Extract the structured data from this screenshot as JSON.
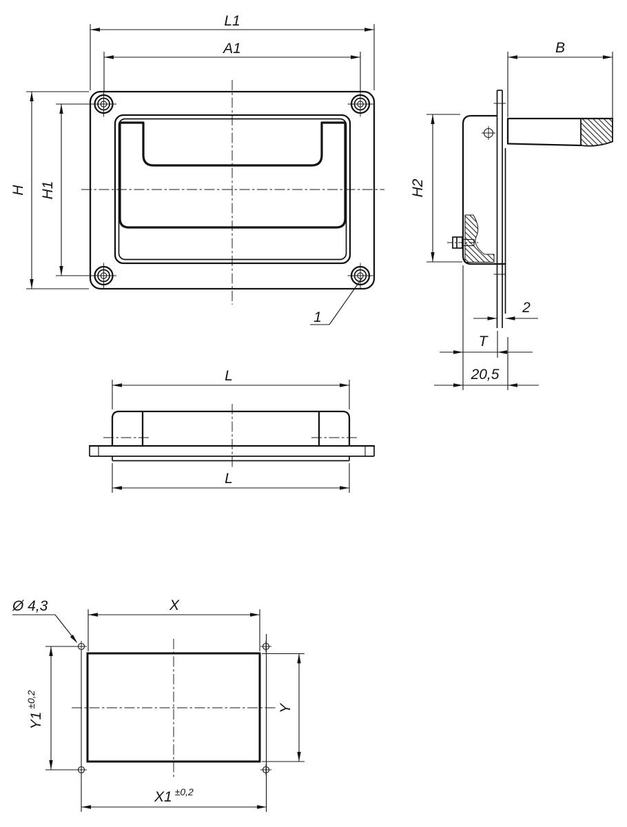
{
  "colors": {
    "line": "#141414",
    "background": "#ffffff"
  },
  "views": {
    "front": {
      "dims": {
        "l1": "L1",
        "a1": "A1",
        "h": "H",
        "h1": "H1"
      },
      "callout": "1"
    },
    "side": {
      "dims": {
        "b": "B",
        "h2": "H2",
        "panel_thickness": "2",
        "t": "T",
        "depth_total": "20,5"
      }
    },
    "top": {
      "dims": {
        "l_upper": "L",
        "l_lower": "L"
      }
    },
    "cutout": {
      "dims": {
        "hole_diameter": "Ø 4,3",
        "x": "X",
        "y": "Y",
        "x1": "X1",
        "x1_tol": "±0,2",
        "y1": "Y1",
        "y1_tol": "±0,2"
      }
    }
  }
}
